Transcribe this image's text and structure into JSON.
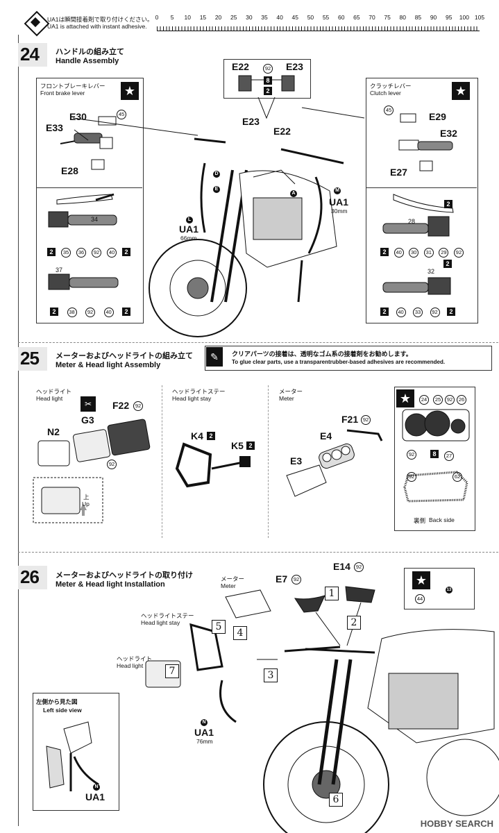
{
  "top_warning": {
    "jp": "UA1は瞬間接着剤で取り付けください。",
    "en": "UA1 is attached with instant adhesive."
  },
  "ruler": {
    "ticks": [
      "0",
      "5",
      "10",
      "15",
      "20",
      "25",
      "30",
      "35",
      "40",
      "45",
      "50",
      "55",
      "60",
      "65",
      "70",
      "75",
      "80",
      "85",
      "90",
      "95",
      "100",
      "105"
    ]
  },
  "step24": {
    "number": "24",
    "title_jp": "ハンドルの組み立て",
    "title_en": "Handle Assembly",
    "front_lever": {
      "jp": "フロントブレーキレバー",
      "en": "Front brake lever"
    },
    "clutch_lever": {
      "jp": "クラッチレバー",
      "en": "Clutch lever"
    },
    "parts": {
      "e30": "E30",
      "e33": "E33",
      "e28": "E28",
      "c45a": "45",
      "e22": "E22",
      "e23": "E23",
      "e29": "E29",
      "e32": "E32",
      "e27": "E27",
      "c45b": "45",
      "e23b": "E23",
      "e22b": "E22",
      "top_92": "92",
      "top_8": "8",
      "top_2": "2"
    },
    "left_labels_row1": [
      "2",
      "35",
      "36",
      "92",
      "40",
      "2"
    ],
    "left_34": "34",
    "left_labels_row2": [
      "2",
      "38",
      "92",
      "40",
      "2"
    ],
    "left_37": "37",
    "right_labels_row1": [
      "2",
      "40",
      "30",
      "31",
      "29",
      "92"
    ],
    "right_28": "28",
    "right_2top": "2",
    "right_labels_row2": [
      "2",
      "40",
      "33",
      "92",
      "2"
    ],
    "right_32": "32",
    "right_2top2": "2",
    "tapes": {
      "d": "D",
      "e": "E",
      "a": "A",
      "l": "L",
      "m": "M"
    },
    "ua1_left": {
      "label": "UA1",
      "length": "66mm"
    },
    "ua1_right": {
      "label": "UA1",
      "length": "30mm"
    }
  },
  "step25": {
    "number": "25",
    "title_jp": "メーターおよびヘッドライトの組み立て",
    "title_en": "Meter & Head light Assembly",
    "note_jp": "クリアパーツの接着は、透明なゴム系の接着剤をお勧めします。",
    "note_en": "To glue clear parts, use a transparentrubber-based adhesives are recommended.",
    "headlight": {
      "jp": "ヘッドライト",
      "en": "Head light",
      "n2": "N2",
      "g3": "G3",
      "f22": "F22",
      "f22n": "92",
      "n92": "92",
      "up_jp": "上",
      "up_en": "Up"
    },
    "stay": {
      "jp": "ヘッドライトステー",
      "en": "Head light stay",
      "k4": "K4",
      "k4n": "2",
      "k5": "K5",
      "k5n": "2"
    },
    "meter": {
      "jp": "メーター",
      "en": "Meter",
      "f21": "F21",
      "f21n": "92",
      "e4": "E4",
      "e3": "E3"
    },
    "back": {
      "n24": "24",
      "n25": "25",
      "n92a": "92",
      "n26": "26",
      "n92b": "92",
      "n8": "8",
      "n27": "27",
      "n92c": "92",
      "n62": "62",
      "jp": "裏側",
      "en": "Back side"
    }
  },
  "step26": {
    "number": "26",
    "title_jp": "メーターおよびヘッドライトの取り付け",
    "title_en": "Meter & Head light Installation",
    "meter": {
      "jp": "メーター",
      "en": "Meter"
    },
    "stay": {
      "jp": "ヘッドライトステー",
      "en": "Head light stay"
    },
    "headlight": {
      "jp": "ヘッドライト",
      "en": "Head light"
    },
    "e7": "E7",
    "e7n": "92",
    "e14": "E14",
    "e14n": "92",
    "boxes": [
      "1",
      "2",
      "3",
      "4",
      "5",
      "6",
      "7"
    ],
    "n44": "44",
    "n13": "13",
    "side_view": {
      "jp": "左側から見た図",
      "en": "Left side view"
    },
    "ua1": {
      "label": "UA1",
      "length": "76mm",
      "tape": "N"
    },
    "ua1_side": {
      "label": "UA1",
      "tape": "N"
    }
  },
  "watermark": "HOBBY SEARCH"
}
